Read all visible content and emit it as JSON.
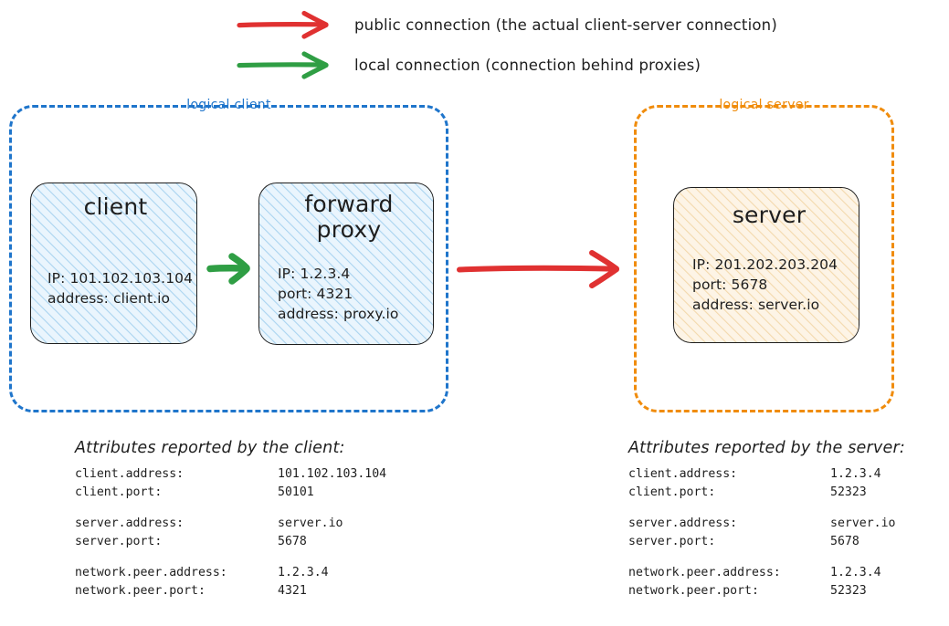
{
  "legend": {
    "items": [
      {
        "icon": "red-arrow-icon",
        "color": "#e03131",
        "label": "public connection (the actual client-server connection)"
      },
      {
        "icon": "green-arrow-icon",
        "color": "#2f9e44",
        "label": "local connection (connection behind proxies)"
      }
    ]
  },
  "groups": {
    "client": {
      "label": "logical client",
      "color": "#1f75cb"
    },
    "server": {
      "label": "logical server",
      "color": "#f08c0c"
    }
  },
  "nodes": {
    "client": {
      "title": "client",
      "lines": [
        "IP: 101.102.103.104",
        "address: client.io"
      ]
    },
    "proxy": {
      "title_line1": "forward",
      "title_line2": "proxy",
      "lines": [
        "IP: 1.2.3.4",
        "port: 4321",
        "address: proxy.io"
      ]
    },
    "server": {
      "title": "server",
      "lines": [
        "IP: 201.202.203.204",
        "port: 5678",
        "address: server.io"
      ]
    }
  },
  "connections": {
    "client_to_proxy": {
      "type": "local",
      "color": "#2f9e44"
    },
    "proxy_to_server": {
      "type": "public",
      "color": "#e03131"
    }
  },
  "attributes_client": {
    "heading": "Attributes reported by the client:",
    "rows": [
      {
        "key": "client.address:",
        "value": "101.102.103.104"
      },
      {
        "key": "client.port:",
        "value": "50101"
      },
      {
        "key": "server.address:",
        "value": "server.io"
      },
      {
        "key": "server.port:",
        "value": "5678"
      },
      {
        "key": "network.peer.address:",
        "value": "1.2.3.4"
      },
      {
        "key": "network.peer.port:",
        "value": "4321"
      }
    ]
  },
  "attributes_server": {
    "heading": "Attributes reported by the server:",
    "rows": [
      {
        "key": "client.address:",
        "value": "1.2.3.4"
      },
      {
        "key": "client.port:",
        "value": "52323"
      },
      {
        "key": "server.address:",
        "value": "server.io"
      },
      {
        "key": "server.port:",
        "value": "5678"
      },
      {
        "key": "network.peer.address:",
        "value": "1.2.3.4"
      },
      {
        "key": "network.peer.port:",
        "value": "52323"
      }
    ]
  }
}
